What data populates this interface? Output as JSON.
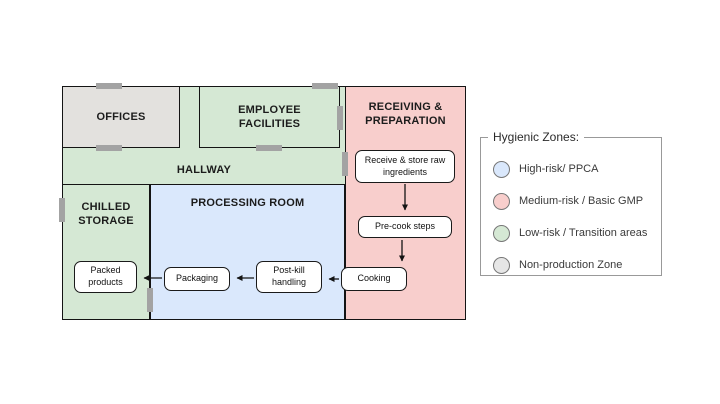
{
  "floor_plan": {
    "rooms": {
      "offices": {
        "label": "OFFICES",
        "color": "#e3e1de"
      },
      "employee_facilities": {
        "label": "EMPLOYEE FACILITIES",
        "color": "#d5e8d4"
      },
      "receiving_preparation": {
        "label": "RECEIVING & PREPARATION",
        "color": "#f8cecc"
      },
      "hallway": {
        "label": "HALLWAY",
        "color": "#d5e8d4"
      },
      "chilled_storage": {
        "label": "CHILLED STORAGE",
        "color": "#d5e8d4"
      },
      "processing_room": {
        "label": "PROCESSING ROOM",
        "color": "#dae8fc"
      }
    },
    "process_steps": {
      "receive_store": {
        "label": "Receive & store raw ingredients"
      },
      "pre_cook": {
        "label": "Pre-cook steps"
      },
      "cooking": {
        "label": "Cooking"
      },
      "post_kill": {
        "label": "Post-kill handling"
      },
      "packaging": {
        "label": "Packaging"
      },
      "packed_products": {
        "label": "Packed products"
      }
    }
  },
  "legend": {
    "title": "Hygienic Zones:",
    "items": [
      {
        "label": "High-risk/ PPCA",
        "color": "#dae8fc"
      },
      {
        "label": "Medium-risk / Basic GMP",
        "color": "#f8cecc"
      },
      {
        "label": "Low-risk / Transition areas",
        "color": "#d5e8d4"
      },
      {
        "label": "Non-production Zone",
        "color": "#e6e6e6"
      }
    ]
  }
}
